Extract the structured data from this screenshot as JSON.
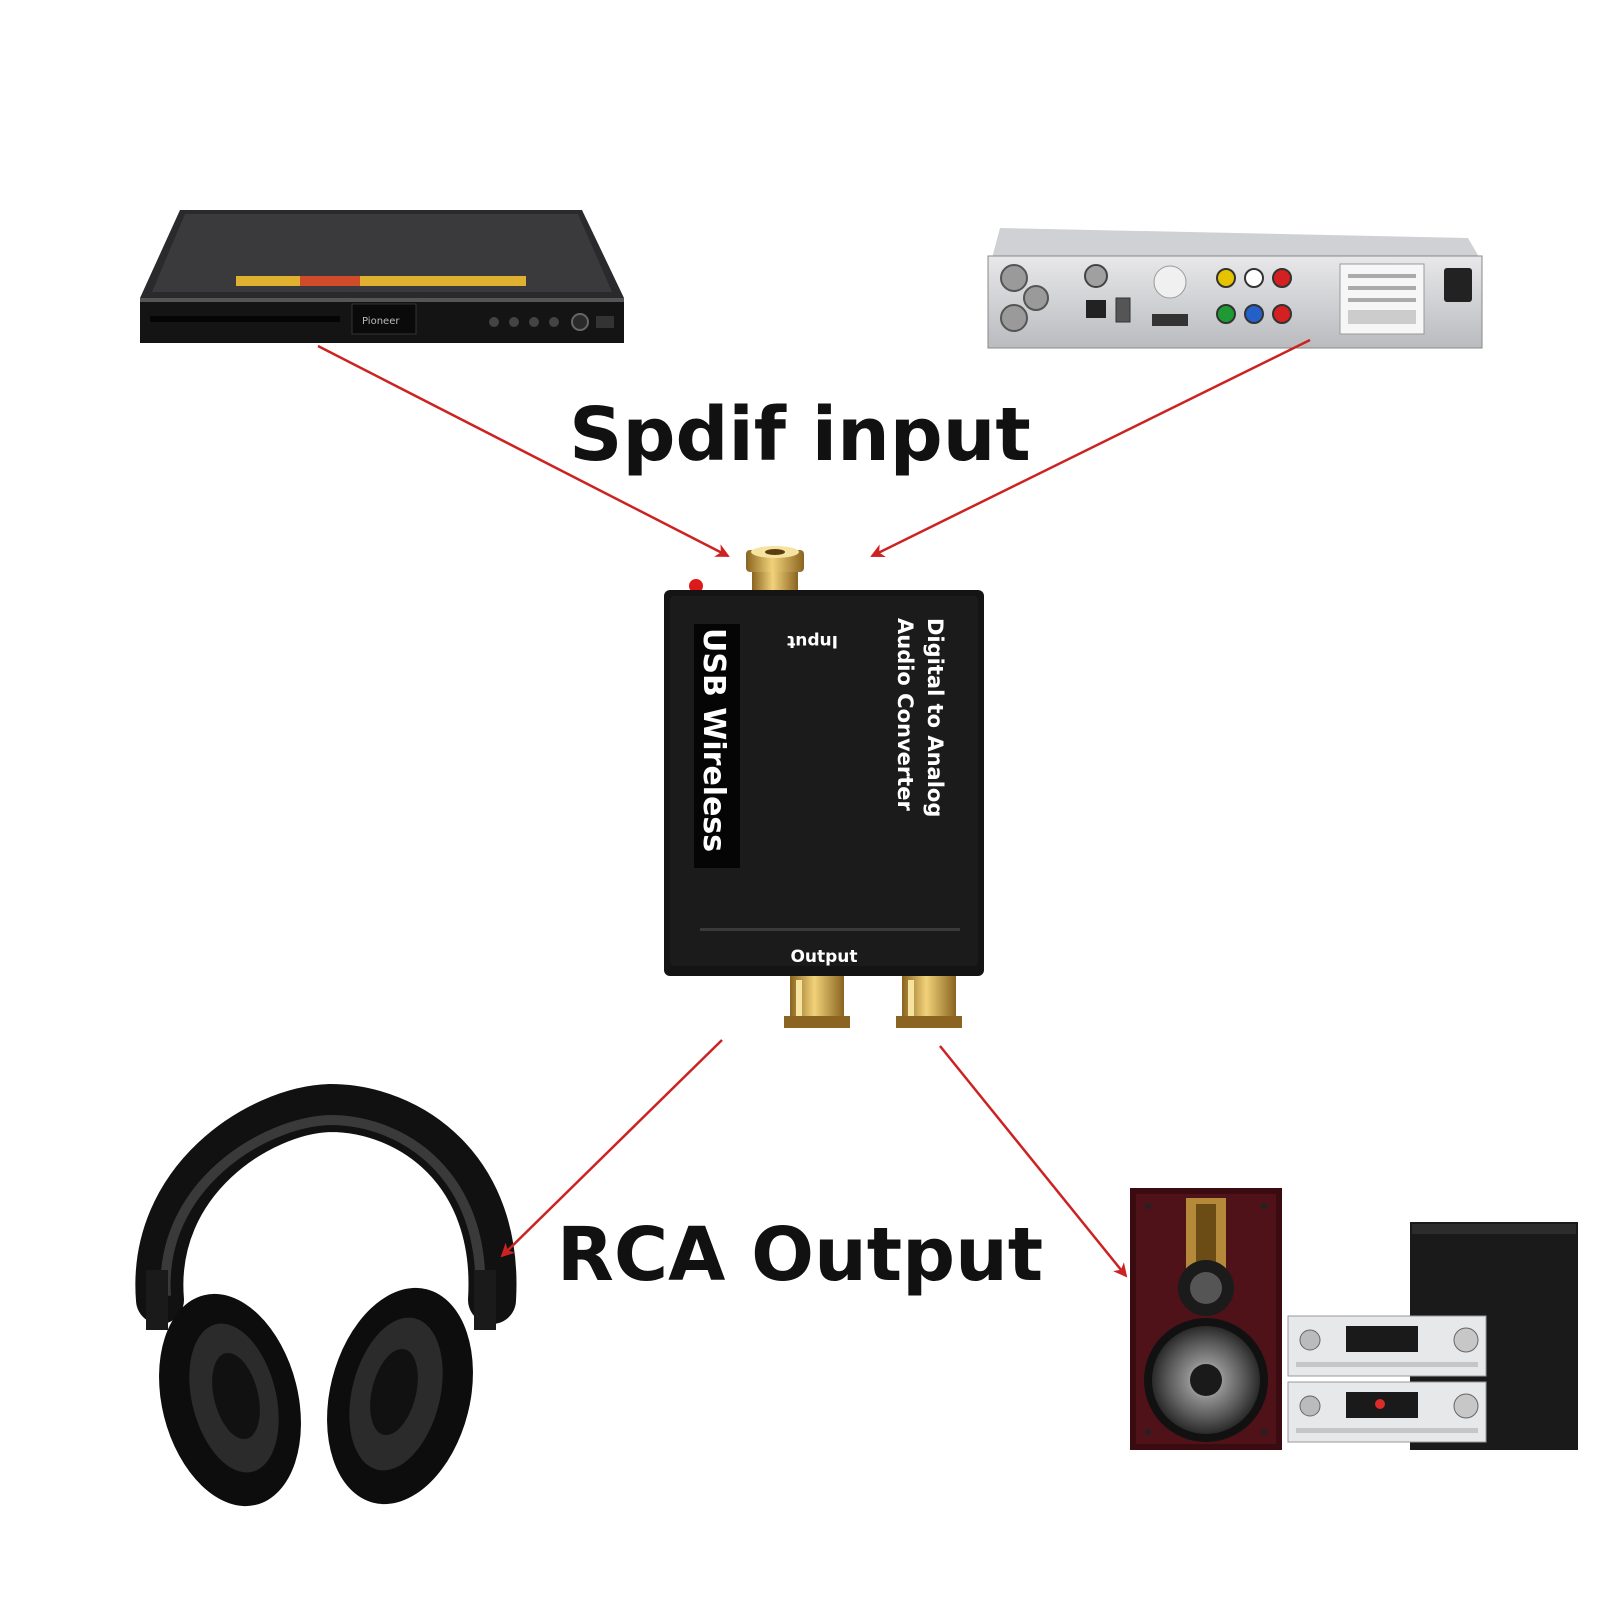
{
  "headings": {
    "spdif": "Spdif input",
    "rca": "RCA Output"
  },
  "converter": {
    "brand_label": "USB Wireless",
    "title_line1": "Digital to Analog",
    "title_line2": "Audio Converter",
    "input_label": "Input",
    "output_label": "Output"
  },
  "devices": {
    "dvd_brand": "Pioneer"
  },
  "colors": {
    "arrow": "#cc2222",
    "device_body": "#141414",
    "gold": "#c9a04a"
  }
}
